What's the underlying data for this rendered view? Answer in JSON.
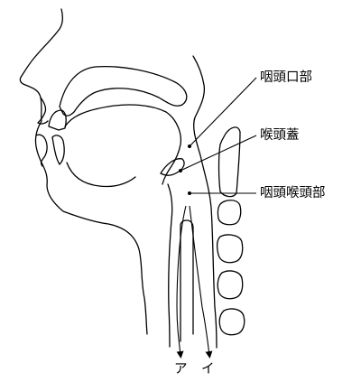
{
  "labels": {
    "oropharynx": "咽頭口部",
    "epiglottis": "喉頭蓋",
    "laryngopharynx": "咽頭喉頭部",
    "arrow_a": "ア",
    "arrow_i": "イ"
  },
  "colors": {
    "line": "#000000",
    "background": "#ffffff"
  }
}
